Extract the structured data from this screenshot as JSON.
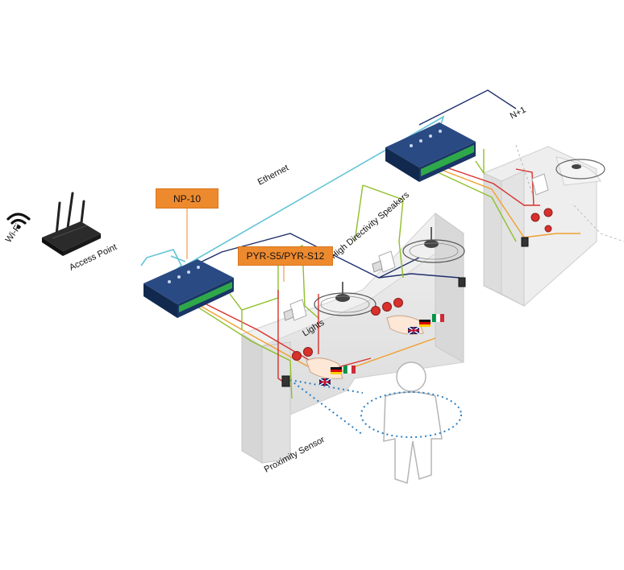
{
  "labels": {
    "wifi": "Wi-Fi",
    "access_point": "Access Point",
    "ethernet": "Ethernet",
    "np10": "NP-10",
    "pyr": "PYR-S5/PYR-S12",
    "speakers": "High Directivity Speakers",
    "lights": "Lights",
    "proximity_sensor": "Proximity Sensor",
    "n_plus_one": "N+1"
  },
  "colors": {
    "tag_orange": "#ee8a2e",
    "ethernet_cyan": "#63c4d6",
    "cable_navy": "#1e2f6b",
    "wire_green": "#8fbf2a",
    "wire_red": "#d8312c",
    "wire_orange": "#f0a030",
    "device_blue": "#1d3a6e",
    "terminal_green": "#2fa84a",
    "wall_grey": "#e6e6e6",
    "sensor_dots": "#2b7fc2"
  },
  "flags": [
    "de-flag",
    "it-flag",
    "uk-flag"
  ]
}
